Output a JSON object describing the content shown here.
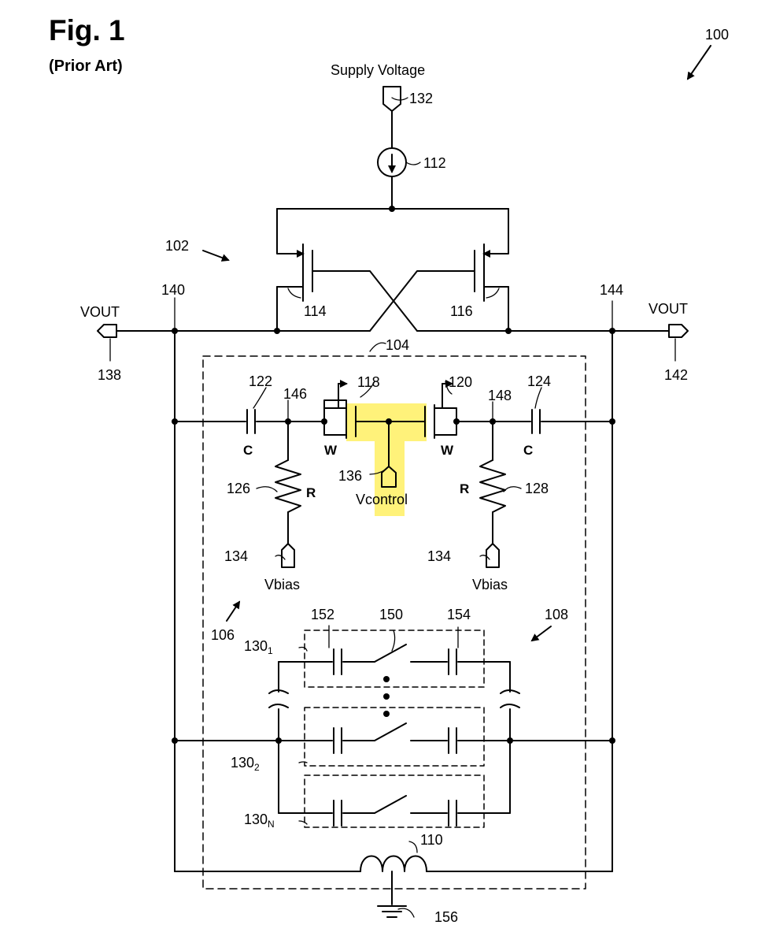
{
  "figure": {
    "title": "Fig. 1",
    "subtitle": "(Prior Art)"
  },
  "colors": {
    "line": "#000000",
    "highlight": "#fff27a"
  },
  "signals": {
    "supply_voltage": "Supply Voltage",
    "vout_left": "VOUT",
    "vout_right": "VOUT",
    "vcontrol": "Vcontrol",
    "vbias_left": "Vbias",
    "vbias_right": "Vbias"
  },
  "component_symbols": {
    "cap_left": "C",
    "cap_right": "C",
    "res_left": "R",
    "res_right": "R",
    "width_left": "W",
    "width_right": "W"
  },
  "refs": {
    "r100": "100",
    "r102": "102",
    "r104": "104",
    "r106": "106",
    "r108": "108",
    "r110": "110",
    "r112": "112",
    "r114": "114",
    "r116": "116",
    "r118": "118",
    "r120": "120",
    "r122": "122",
    "r124": "124",
    "r126": "126",
    "r128": "128",
    "r130_1_base": "130",
    "r130_1_sub": "1",
    "r130_2_base": "130",
    "r130_2_sub": "2",
    "r130_n_base": "130",
    "r130_n_sub": "N",
    "r132": "132",
    "r134_left": "134",
    "r134_right": "134",
    "r136": "136",
    "r138": "138",
    "r140": "140",
    "r142": "142",
    "r144": "144",
    "r146": "146",
    "r148": "148",
    "r150": "150",
    "r152": "152",
    "r154": "154",
    "r156": "156"
  }
}
